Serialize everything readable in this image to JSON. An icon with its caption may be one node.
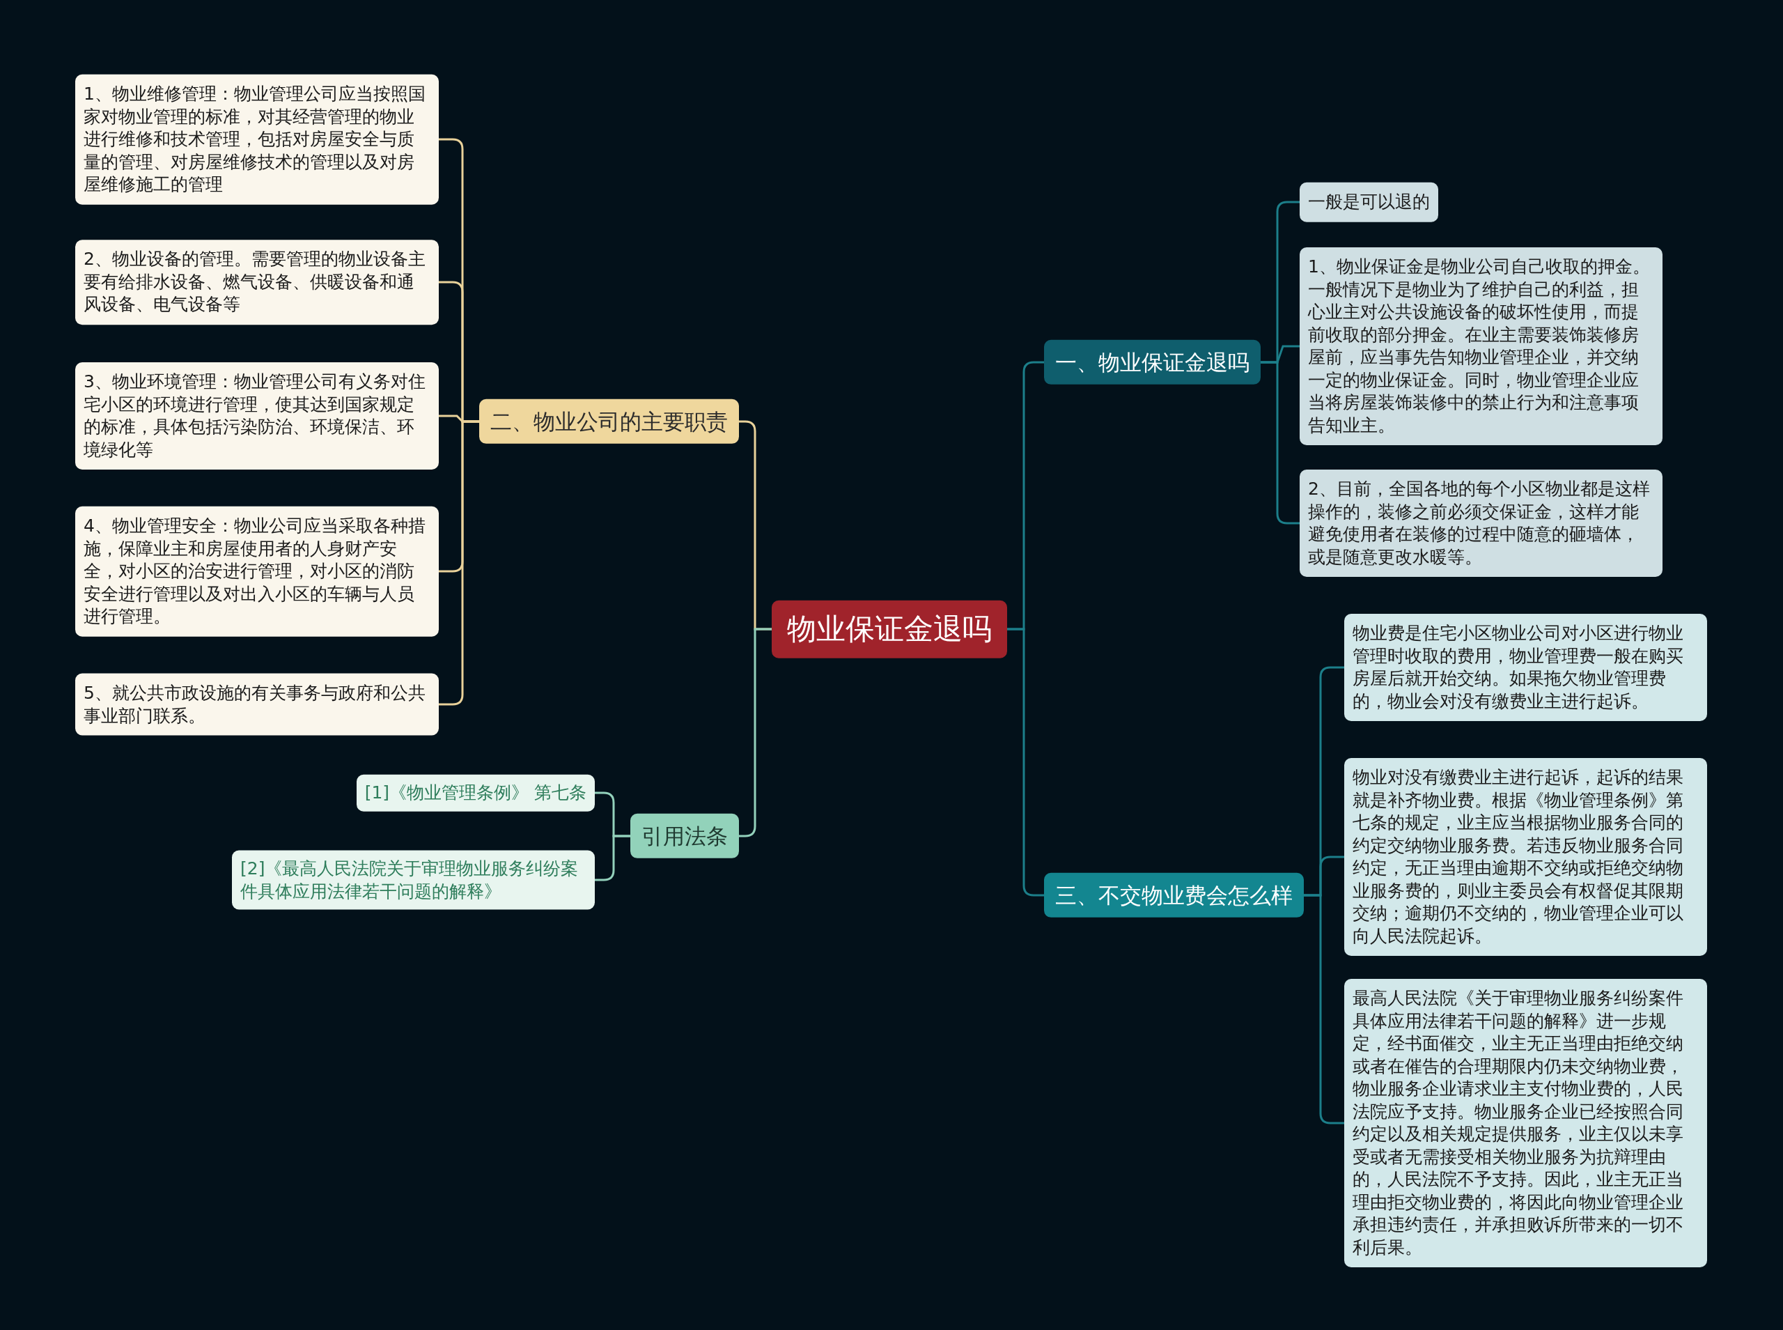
{
  "diagram": {
    "nodes": [
      {
        "text": [
          "物业保证金退吗"
        ]
      },
      {
        "text": [
          "一、物业保证金退吗"
        ]
      },
      {
        "text": [
          "一般是可以退的"
        ]
      },
      {
        "text": [
          "1、物业保证金是物业公司自己收取的押金。一般情况下是物业为了维护自己的利益，担心业主对公共设施设备的破坏性使用，而提前收取的部分押金。在业主需要装饰装修房屋前，应当事先告知物业管理企业，并交纳一定的物业保证金。同时，物业管理企业应当将房屋装饰装修中的禁止行为和注意事项告知业主。"
        ]
      },
      {
        "text": [
          "2、目前，全国各地的每个小区物业都是这样操作的，装修之前必须交保证金，这样才能避免使用者在装修的过程中随意的砸墙体，或是随意更改水暖等。"
        ]
      },
      {
        "text": [
          "二、物业公司的主要职责"
        ]
      },
      {
        "text": [
          "1、物业维修管理：物业管理公司应当按照国家对物业管理的标准，对其经营管理的物业进行维修和技术管理，包括对房屋安全与质量的管理、对房屋维修技术的管理以及对房屋维修施工的管理"
        ]
      },
      {
        "text": [
          "2、物业设备的管理。需要管理的物业设备主要有给排水设备、燃气设备、供暖设备和通风设备、电气设备等"
        ]
      },
      {
        "text": [
          "3、物业环境管理：物业管理公司有义务对住宅小区的环境进行管理，使其达到国家规定的标准，具体包括污染防治、环境保洁、环境绿化等"
        ]
      },
      {
        "text": [
          "4、物业管理安全：物业公司应当采取各种措施，保障业主和房屋使用者的人身财产安全，对小区的治安进行管理，对小区的消防安全进行管理以及对出入小区的车辆与人员进行管理。"
        ]
      },
      {
        "text": [
          "5、就公共市政设施的有关事务与政府和公共事业部门联系。"
        ]
      },
      {
        "text": [
          "三、不交物业费会怎么样"
        ]
      },
      {
        "text": [
          "物业费是住宅小区物业公司对小区进行物业管理时收取的费用，物业管理费一般在购买房屋后就开始交纳。如果拖欠物业管理费的，物业会对没有缴费业主进行起诉。"
        ]
      },
      {
        "text": [
          "物业对没有缴费业主进行起诉，起诉的结果就是补齐物业费。根据《物业管理条例》第七条的规定，业主应当根据物业服务合同的约定交纳物业服务费。若违反物业服务合同约定，无正当理由逾期不交纳或拒绝交纳物业服务费的，则业主委员会有权督促其限期交纳；逾期仍不交纳的，物业管理企业可以向人民法院起诉。"
        ]
      },
      {
        "text": [
          "最高人民法院《关于审理物业服务纠纷案件具体应用法律若干问题的解释》进一步规定，经书面催交，业主无正当理由拒绝交纳或者在催告的合理期限内仍未交纳物业费，物业服务企业请求业主支付物业费的，人民法院应予支持。物业服务企业已经按照合同约定以及相关规定提供服务，业主仅以未享受或者无需接受相关物业服务为抗辩理由的，人民法院不予支持。因此，业主无正当理由拒交物业费的，将因此向物业管理企业承担违约责任，并承担败诉所带来的一切不利后果。"
        ]
      },
      {
        "text": [
          "引用法条"
        ]
      },
      {
        "text": [
          "[1]《物业管理条例》 第七条"
        ]
      },
      {
        "text": [
          "[2]《最高人民法院关于审理物业服务纠纷案件具体应用法律若干问题的解释》"
        ]
      }
    ],
    "edges": [
      {
        "from": 0,
        "to": 1,
        "arrow": "none"
      },
      {
        "from": 1,
        "to": 2,
        "arrow": "none"
      },
      {
        "from": 1,
        "to": 3,
        "arrow": "none"
      },
      {
        "from": 1,
        "to": 4,
        "arrow": "none"
      },
      {
        "from": 0,
        "to": 5,
        "arrow": "none",
        "color": "#e9d29a"
      },
      {
        "from": 5,
        "to": 6,
        "arrow": "none",
        "color": "#e9d29a"
      },
      {
        "from": 5,
        "to": 7,
        "arrow": "none",
        "color": "#e9d29a"
      },
      {
        "from": 5,
        "to": 8,
        "arrow": "none",
        "color": "#e9d29a"
      },
      {
        "from": 5,
        "to": 9,
        "arrow": "none",
        "color": "#e9d29a"
      },
      {
        "from": 5,
        "to": 10,
        "arrow": "none",
        "color": "#e9d29a"
      },
      {
        "from": 0,
        "to": 11,
        "arrow": "none"
      },
      {
        "from": 11,
        "to": 12,
        "arrow": "none"
      },
      {
        "from": 11,
        "to": 13,
        "arrow": "none"
      },
      {
        "from": 11,
        "to": 14,
        "arrow": "none"
      },
      {
        "from": 0,
        "to": 15,
        "arrow": "none",
        "color": "#93d1bb"
      },
      {
        "from": 15,
        "to": 16,
        "arrow": "none",
        "color": "#93d1bb"
      },
      {
        "from": 15,
        "to": 17,
        "arrow": "none",
        "color": "#93d1bb"
      }
    ]
  }
}
